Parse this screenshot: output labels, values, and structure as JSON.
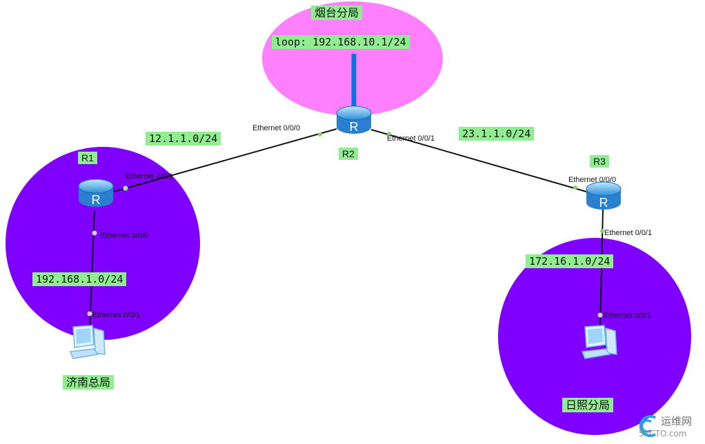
{
  "colors": {
    "hq_zone": "#8000ff",
    "branch_zone": "#ff80ff",
    "label_bg": "#90ee90",
    "loop_link": "#1070e0",
    "link": "#111111",
    "port_dot": "#8fcf6a"
  },
  "zones": {
    "yantai": "烟台分局",
    "jinan": "济南总局",
    "rizhao": "日照分局"
  },
  "networks": {
    "loop": "loop: 192.168.10.1/24",
    "r1_r2": "12.1.1.0/24",
    "r2_r3": "23.1.1.0/24",
    "jinan_lan": "192.168.1.0/24",
    "rizhao_lan": "172.16.1.0/24"
  },
  "devices": {
    "r1": "R1",
    "r2": "R2",
    "r3": "R3",
    "router_icon_letter": "R"
  },
  "ports": {
    "r2_e000": "Ethernet 0/0/0",
    "r2_e001": "Ethernet 0/0/1",
    "r1_e001": "Ethernet 0/0/1",
    "r1_e000": "Ethernet 0/0/0",
    "pc1_e001": "Ethernet 0/0/1",
    "r3_e000": "Ethernet 0/0/0",
    "r3_e001": "Ethernet 0/0/1",
    "pc2_e001": "Ethernet 0/0/1"
  },
  "watermark": {
    "line1": "运维网",
    "line2": "51CTO.com"
  }
}
